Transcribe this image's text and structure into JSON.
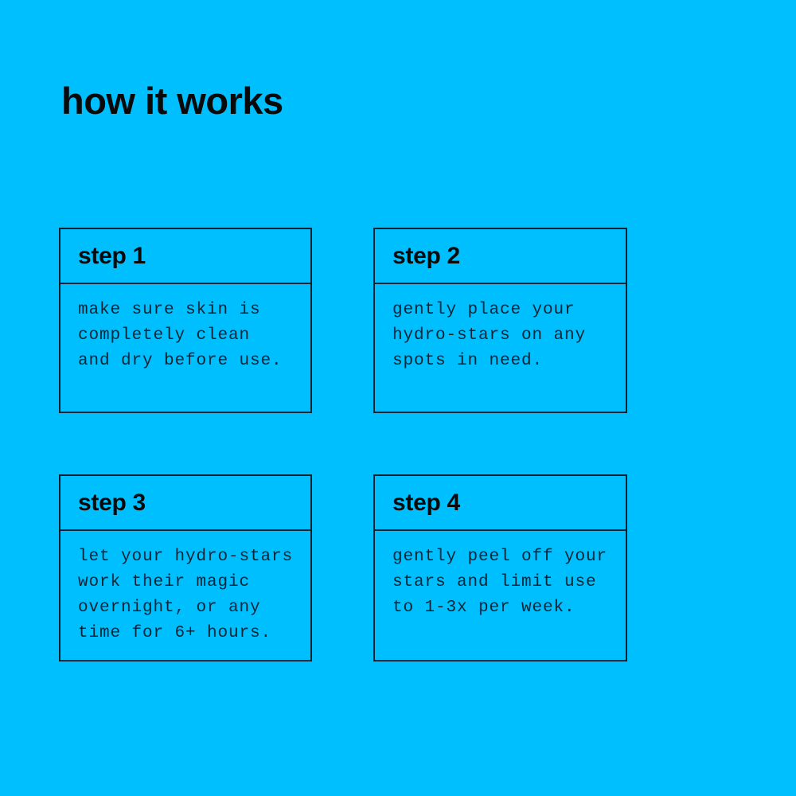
{
  "page": {
    "title": "how it works"
  },
  "colors": {
    "background": "#00bfff",
    "heading_ink": "#0a0a0a",
    "body_ink": "#0e2433",
    "border": "#0d2130"
  },
  "steps": [
    {
      "label": "step 1",
      "body": "make sure skin is\ncompletely clean\nand dry before use."
    },
    {
      "label": "step 2",
      "body": "gently place your\nhydro-stars on any\nspots in need."
    },
    {
      "label": "step 3",
      "body": "let your hydro-stars\nwork their magic\novernight, or any\ntime for 6+ hours."
    },
    {
      "label": "step 4",
      "body": "gently peel off your\nstars and limit use\nto 1-3x per week."
    }
  ]
}
